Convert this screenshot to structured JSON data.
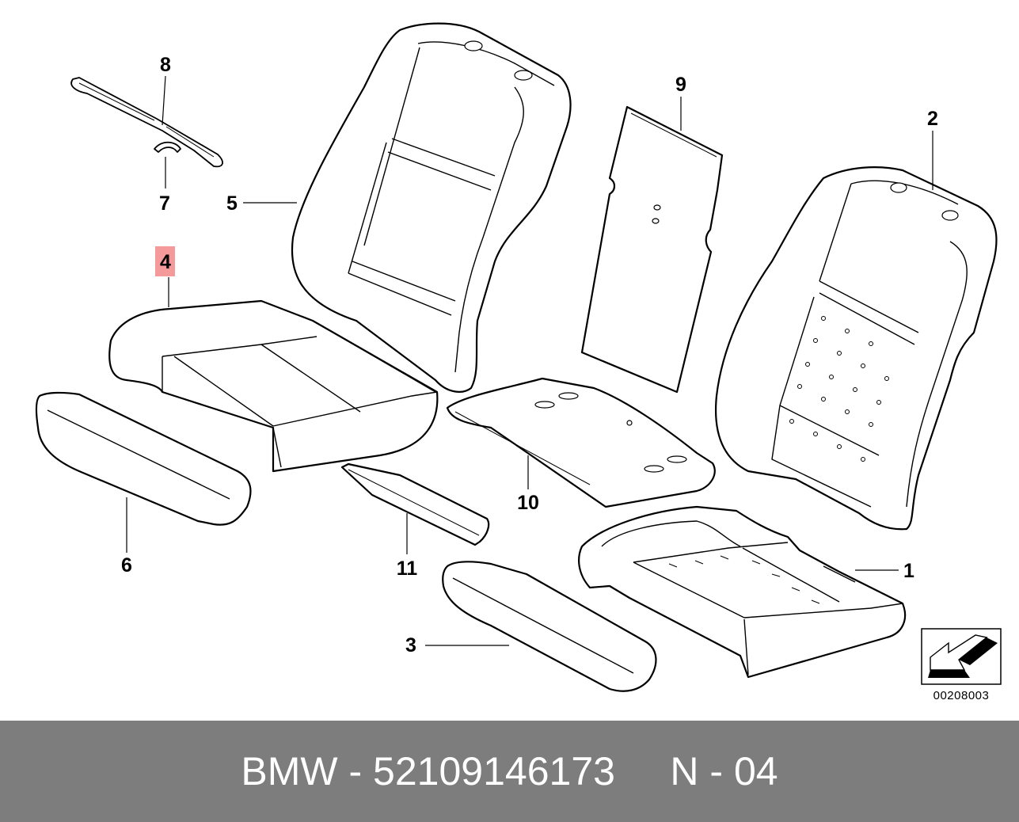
{
  "diagram": {
    "callouts": [
      {
        "id": "1",
        "label": "1"
      },
      {
        "id": "2",
        "label": "2"
      },
      {
        "id": "3",
        "label": "3"
      },
      {
        "id": "4",
        "label": "4",
        "highlighted": true
      },
      {
        "id": "5",
        "label": "5"
      },
      {
        "id": "6",
        "label": "6"
      },
      {
        "id": "7",
        "label": "7"
      },
      {
        "id": "8",
        "label": "8"
      },
      {
        "id": "9",
        "label": "9"
      },
      {
        "id": "10",
        "label": "10"
      },
      {
        "id": "11",
        "label": "11"
      }
    ],
    "highlight_color": "#f49a9a",
    "ref_code": "00208003",
    "direction_icon": "arrow-icon"
  },
  "footer": {
    "brand": "BMW",
    "sep1": "-",
    "part_number": "52109146173",
    "position_prefix": "N",
    "sep2": "-",
    "position_number": "04",
    "background": "#7d7d7d"
  }
}
